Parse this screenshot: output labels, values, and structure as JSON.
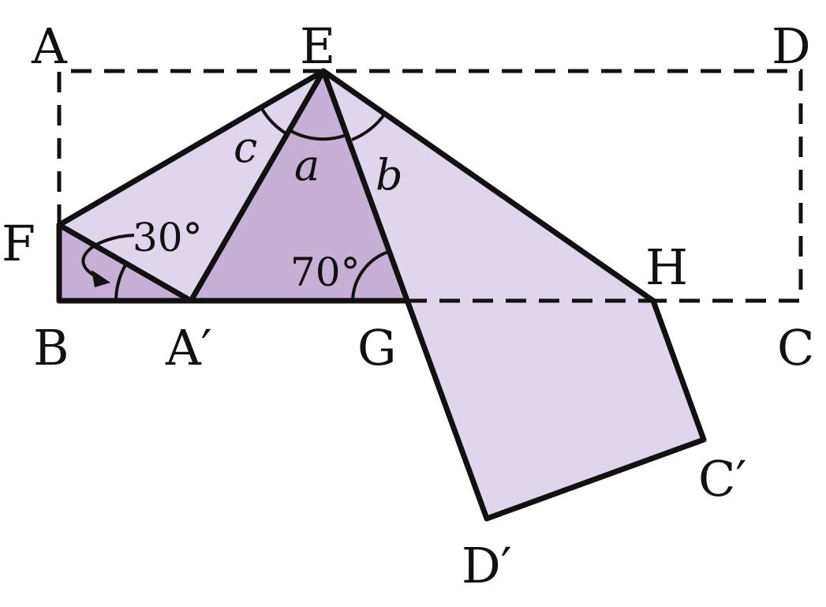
{
  "colors": {
    "light_fill": "#e0d6eb",
    "dark_fill": "#c6b0d6",
    "stroke": "#111111"
  },
  "points": {
    "A": "A",
    "E": "E",
    "D": "D",
    "F": "F",
    "H": "H",
    "B": "B",
    "A_prime": "A′",
    "G": "G",
    "C": "C",
    "C_prime": "C′",
    "D_prime": "D′"
  },
  "angles": {
    "a": "a",
    "b": "b",
    "c": "c",
    "angle_30": "30°",
    "angle_70": "70°"
  }
}
